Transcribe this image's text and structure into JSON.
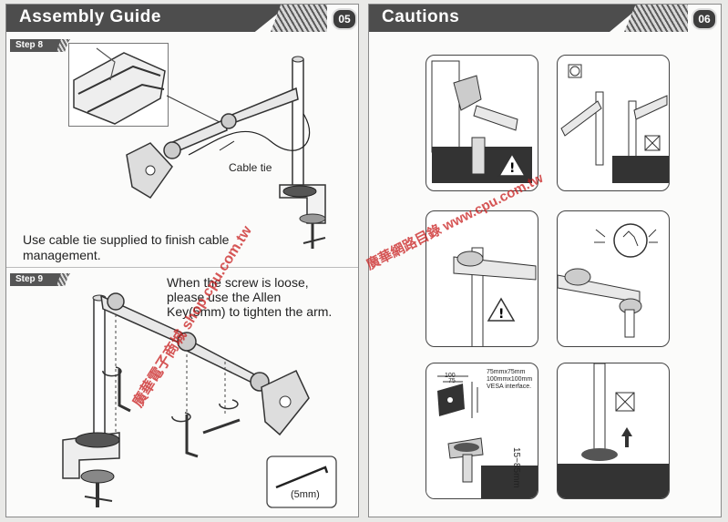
{
  "left_page": {
    "title": "Assembly Guide",
    "page_number": "05",
    "step8": {
      "label": "Step 8",
      "callout": "Cable tie",
      "instruction_line1": "Use cable tie supplied to finish cable",
      "instruction_line2": "management."
    },
    "step9": {
      "label": "Step 9",
      "note_line1": "When the screw  is loose,",
      "note_line2": "please use the  Allen",
      "note_line3": "Key(5mm) to tighten the arm.",
      "key_size": "(5mm)"
    }
  },
  "right_page": {
    "title": "Cautions",
    "page_number": "06",
    "vesa": {
      "dim_100": "100",
      "dim_75": "75",
      "line1": "75mmx75mm",
      "line2": "100mmx100mm",
      "line3": "VESA interface."
    },
    "clamp_range": "15~85mm"
  },
  "watermarks": {
    "left": "廣華電子商城  shop.cpu.com.tw",
    "right": "廣華網路目錄  www.cpu.com.tw"
  },
  "colors": {
    "header": "#4d4d4d",
    "watermark": "#c81e1e"
  }
}
